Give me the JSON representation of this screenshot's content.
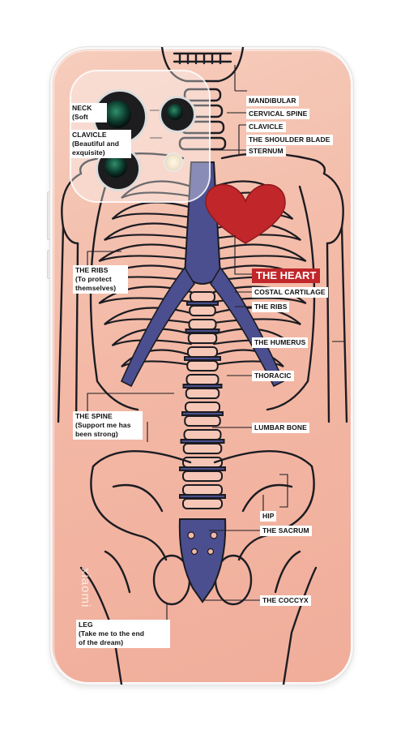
{
  "brand": {
    "text": "xiaomi"
  },
  "colors": {
    "case": "#f3b9a6",
    "spine_blue": "#4b4f8f",
    "bone_line": "#1c1c22",
    "heart": "#c0262a"
  },
  "labels": {
    "neck": "NECK",
    "neck_sub": "(Soft",
    "clavicle_left": "CLAVICLE",
    "clavicle_left_sub1": "(Beautiful and",
    "clavicle_left_sub2": "exquisite)",
    "mandibular": "MANDIBULAR",
    "cervical": "CERVICAL SPINE",
    "clavicle": "CLAVICLE",
    "shoulder_blade": "THE SHOULDER BLADE",
    "sternum": "STERNUM",
    "heart": "THE HEART",
    "costal": "COSTAL CARTILAGE",
    "ribs_right": "THE RIBS",
    "ribs_left": "THE RIBS",
    "ribs_left_sub1": "(To protect",
    "ribs_left_sub2": "themselves)",
    "humerus": "THE HUMERUS",
    "thoracic": "THORACIC",
    "spine": "THE SPINE",
    "spine_sub1": "(Support me has",
    "spine_sub2": "been strong)",
    "lumbar": "LUMBAR BONE",
    "hip": "HIP",
    "sacrum": "THE SACRUM",
    "coccyx": "THE COCCYX",
    "leg": "LEG",
    "leg_sub1": "(Take me to the end",
    "leg_sub2": "of the dream)"
  }
}
